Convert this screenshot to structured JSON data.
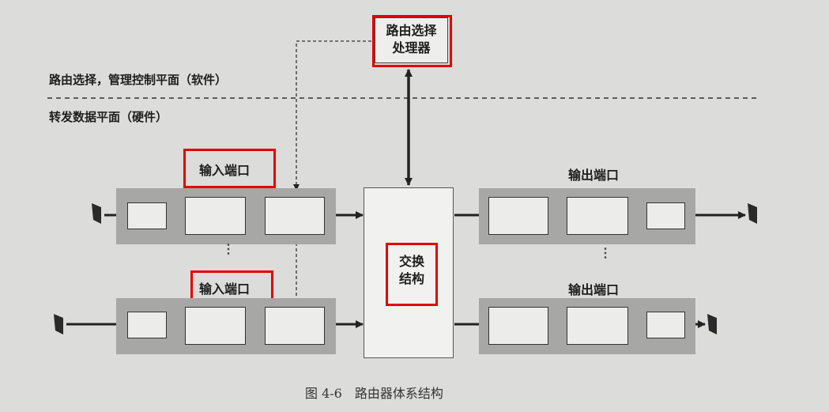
{
  "router_processor": {
    "line1": "路由选择",
    "line2": "处理器"
  },
  "control_plane_label": "路由选择，管理控制平面（软件）",
  "data_plane_label": "转发数据平面（硬件）",
  "input_port_label_top": "输入端口",
  "input_port_label_bottom": "输入端口",
  "output_port_label_top": "输出端口",
  "output_port_label_bottom": "输出端口",
  "switch_fabric": {
    "line1": "交换",
    "line2": "结构"
  },
  "ellipsis_left": "⋮",
  "ellipsis_right": "⋮",
  "caption": "图 4-6　路由器体系结构",
  "colors": {
    "highlight": "#e30000",
    "port_background": "#a7a7a5",
    "page_background": "#dcdcda"
  }
}
